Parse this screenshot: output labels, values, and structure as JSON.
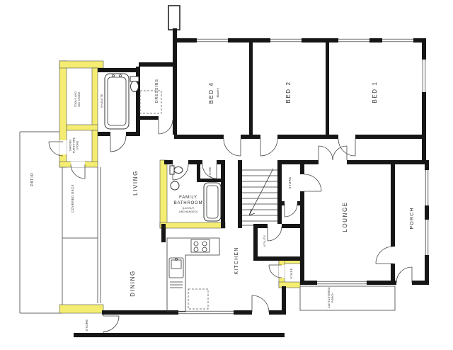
{
  "drawing": {
    "colors": {
      "wall": "#161616",
      "highlight_wall": "#f4ed72",
      "thin_line": "#666666",
      "background": "#ffffff"
    },
    "rooms": {
      "bed4": {
        "label": "BED 4",
        "sublabel": "(Master)"
      },
      "bed2": {
        "label": "BED 2"
      },
      "bed1": {
        "label": "BED 1"
      },
      "dressing": {
        "label": "DRESSING"
      },
      "ensuite": {
        "label": "ENSUITE"
      },
      "tools_bin_store": {
        "lines": [
          "TOOLS AND",
          "BIN STORE"
        ]
      },
      "garden_furniture_store": {
        "lines": [
          "GARDEN",
          "FURNITURE",
          "STORE"
        ]
      },
      "patio": {
        "label": "PATIO"
      },
      "covered_deck": {
        "label": "COVERED DECK"
      },
      "living": {
        "label": "LIVING"
      },
      "dining": {
        "label": "DINING"
      },
      "kitchen": {
        "label": "KITCHEN"
      },
      "utility": {
        "label": "UTILITY"
      },
      "family_bathroom": {
        "lines": [
          "FAMILY",
          "BATHROOM"
        ],
        "note_lines": [
          "(LAYOUT",
          "UNCHANGED)"
        ]
      },
      "store_bathroom": {
        "label": "STORE"
      },
      "store_landing": {
        "label": "STORE"
      },
      "store_kitchen": {
        "label": "STORE"
      },
      "store_garden": {
        "label": "STORE"
      },
      "lounge": {
        "label": "LOUNGE"
      },
      "porch": {
        "label": "PORCH"
      },
      "cantilevered_porch": {
        "lines": [
          "CANTILEVERED",
          "PORCH"
        ]
      }
    }
  }
}
